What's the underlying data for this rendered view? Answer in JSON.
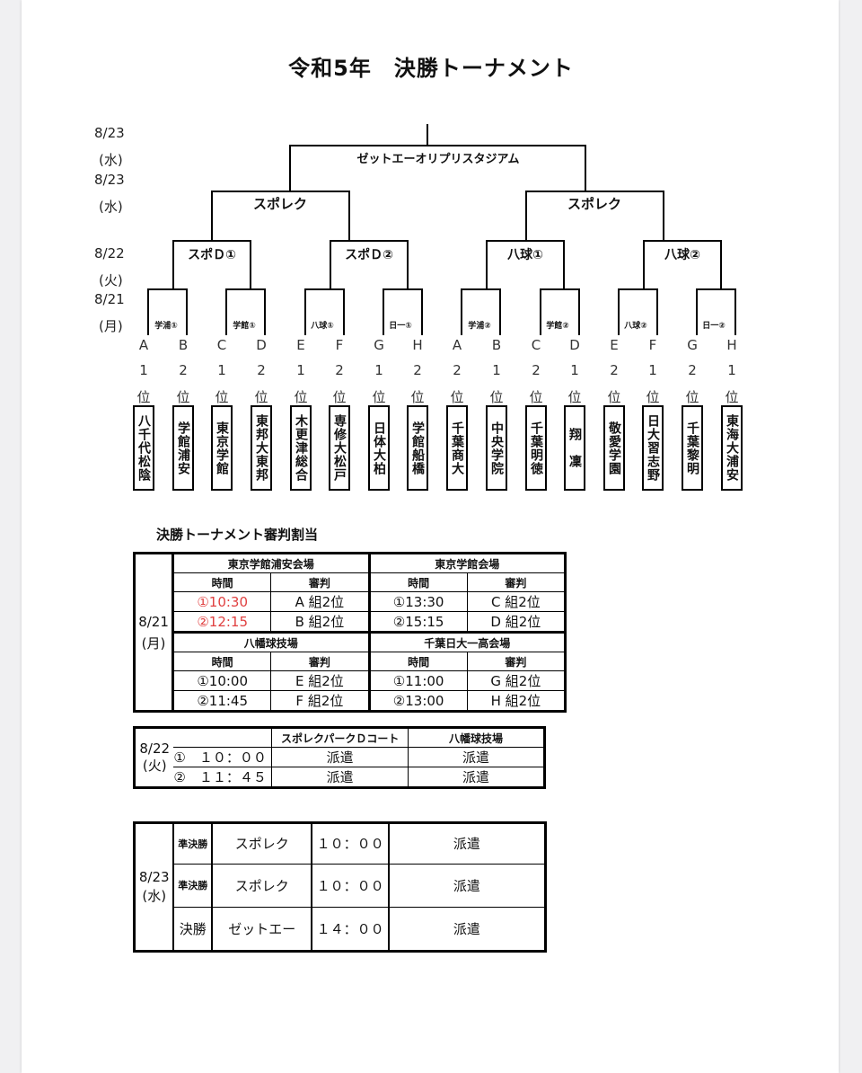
{
  "title": "令和5年　決勝トーナメント",
  "dates": {
    "d1": [
      "8/23",
      "(水)"
    ],
    "d2": [
      "8/23",
      "(水)"
    ],
    "d3": [
      "8/22",
      "(火)"
    ],
    "d4": [
      "8/21",
      "(月)"
    ]
  },
  "bracket": {
    "final_venue": "ゼットエーオリプリスタジアム",
    "semi_left": "スポレク",
    "semi_right": "スポレク",
    "qf": [
      "スポＤ①",
      "スポＤ②",
      "八球①",
      "八球②"
    ],
    "r1": [
      "学浦①",
      "学館①",
      "八球①",
      "日一①",
      "学浦②",
      "学館②",
      "八球②",
      "日一②"
    ]
  },
  "columns": [
    "A",
    "B",
    "C",
    "D",
    "E",
    "F",
    "G",
    "H",
    "A",
    "B",
    "C",
    "D",
    "E",
    "F",
    "G",
    "H"
  ],
  "ranks": [
    "1",
    "2",
    "1",
    "2",
    "1",
    "2",
    "1",
    "2",
    "2",
    "1",
    "2",
    "1",
    "2",
    "1",
    "2",
    "1"
  ],
  "rank_suffix": "位",
  "teams": [
    "八千代松陰",
    "学館浦安",
    "東京学館",
    "東邦大東邦",
    "木更津総合",
    "専修大松戸",
    "日体大柏",
    "学館船橋",
    "千葉商大",
    "中央学院",
    "千葉明徳",
    "翔　凜",
    "敬愛学園",
    "日大習志野",
    "千葉黎明",
    "東海大浦安"
  ],
  "referee": {
    "caption": "決勝トーナメント審判割当",
    "date": "8/21",
    "dow": "(月)",
    "venues": [
      "東京学館浦安会場",
      "東京学館会場",
      "八幡球技場",
      "千葉日大一高会場"
    ],
    "h_time": "時間",
    "h_ref": "審判",
    "rows": [
      [
        "①10:30",
        "A 組2位",
        "①13:30",
        "C 組2位"
      ],
      [
        "②12:15",
        "B 組2位",
        "②15:15",
        "D 組2位"
      ],
      [
        "①10:00",
        "E 組2位",
        "①11:00",
        "G 組2位"
      ],
      [
        "②11:45",
        "F 組2位",
        "②13:00",
        "H 組2位"
      ]
    ]
  },
  "day2": {
    "date": "8/22",
    "dow": "(火)",
    "venues": [
      "スポレクパークＤコート",
      "八幡球技場"
    ],
    "rows": [
      [
        "①　１０：００",
        "派遣",
        "派遣"
      ],
      [
        "②　１１：４５",
        "派遣",
        "派遣"
      ]
    ]
  },
  "day3": {
    "date": "8/23",
    "dow": "(水)",
    "rows": [
      [
        "準決勝",
        "スポレク",
        "１０：００",
        "派遣"
      ],
      [
        "準決勝",
        "スポレク",
        "１０：００",
        "派遣"
      ],
      [
        "決勝",
        "ゼットエー",
        "１４：００",
        "派遣"
      ]
    ]
  }
}
